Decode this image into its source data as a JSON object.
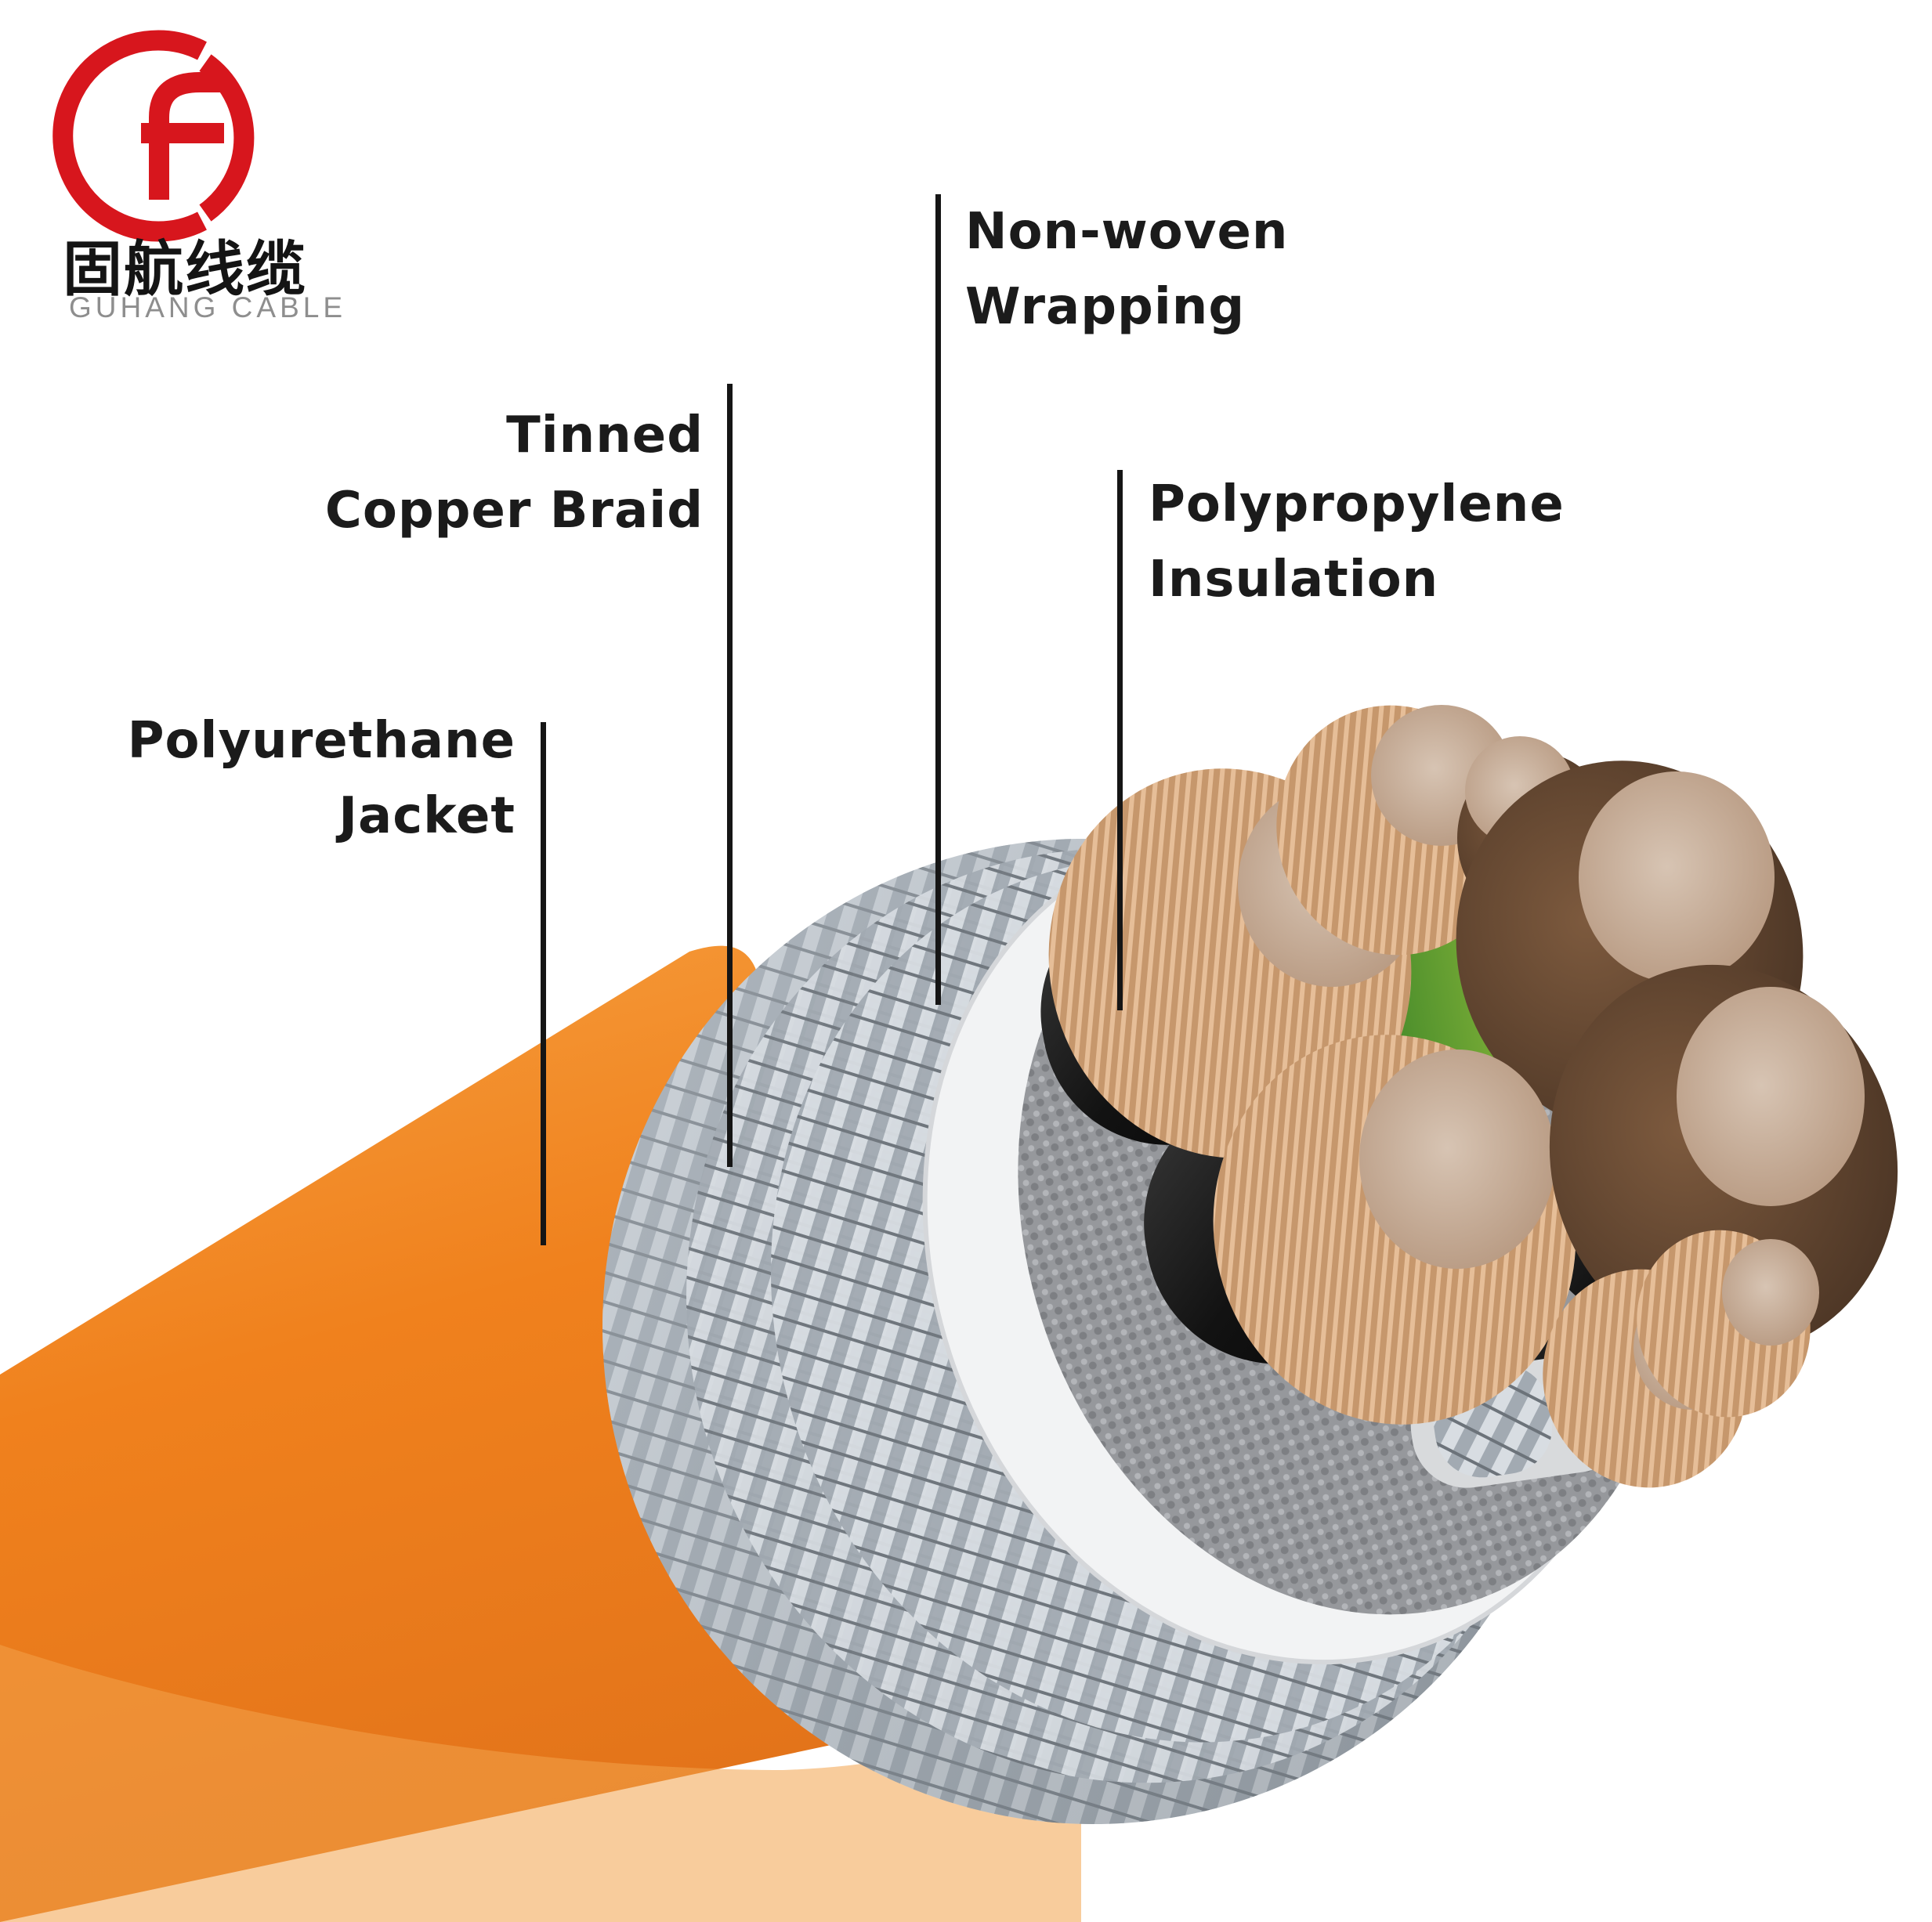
{
  "logo": {
    "cn_text": "固航线缆",
    "en_text": "GUHANG CABLE",
    "mark_icon": "cf-circle-logo-icon",
    "brand_color": "#d7161d"
  },
  "labels": {
    "non_woven": {
      "line1": "Non-woven",
      "line2": "Wrapping"
    },
    "tinned_copper": {
      "line1": "Tinned",
      "line2": "Copper Braid"
    },
    "polypropylene": {
      "line1": "Polypropylene",
      "line2": "Insulation"
    },
    "polyurethane": {
      "line1": "Polyurethane",
      "line2": "Jacket"
    }
  },
  "colors": {
    "jacket": "#f0811d",
    "braid": "#9aa3ab",
    "wrapping": "#f2f3f4",
    "filler": "#8d8f93",
    "insulation": "#161616",
    "copper": "#c99a73",
    "earth_green": "#6fa42b",
    "earth_yellow": "#d2d04a"
  }
}
